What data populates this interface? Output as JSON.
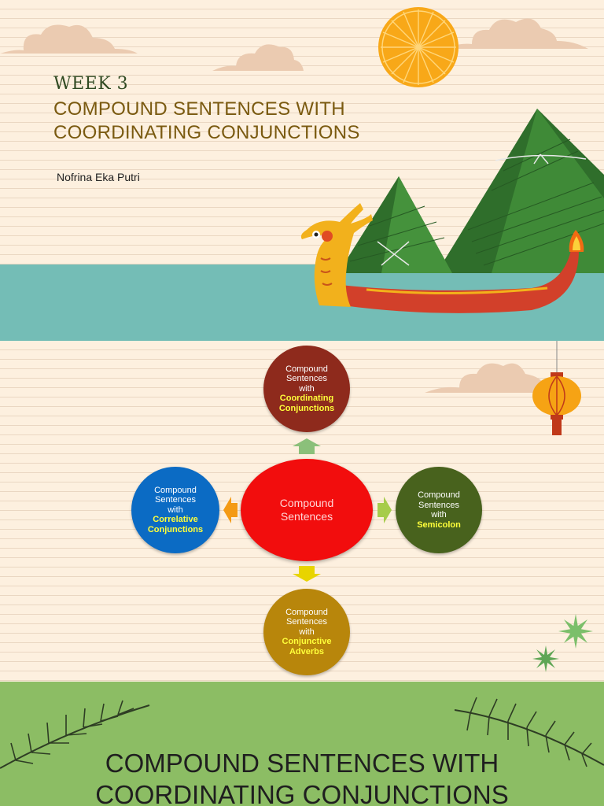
{
  "slide1": {
    "week": "WEEK 3",
    "title_line1": "COMPOUND SENTENCES WITH",
    "title_line2": "COORDINATING CONJUNCTIONS",
    "author": "Nofrina Eka Putri"
  },
  "slide2": {
    "center": {
      "line1": "Compound",
      "line2": "Sentences",
      "color": "#f20d0d"
    },
    "top": {
      "l1": "Compound",
      "l2": "Sentences",
      "l3": "with",
      "h1": "Coordinating",
      "h2": "Conjunctions",
      "color": "#8e2a1c"
    },
    "left": {
      "l1": "Compound",
      "l2": "Sentences",
      "l3": "with",
      "h1": "Correlative",
      "h2": "Conjunctions",
      "color": "#0b6bc4"
    },
    "right": {
      "l1": "Compound",
      "l2": "Sentences",
      "l3": "with",
      "h1": "Semicolon",
      "color": "#48621d"
    },
    "bottom": {
      "l1": "Compound",
      "l2": "Sentences",
      "l3": "with",
      "h1": "Conjunctive",
      "h2": "Adverbs",
      "color": "#b8860b"
    }
  },
  "slide3": {
    "title_line1": "COMPOUND SENTENCES WITH",
    "title_line2": "COORDINATING CONJUNCTIONS"
  }
}
